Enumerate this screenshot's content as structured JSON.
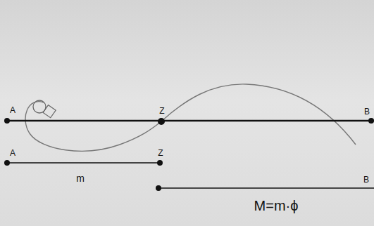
{
  "diagram": {
    "labels": [
      "A",
      "Z",
      "B",
      "A",
      "Z",
      "m",
      "B",
      "M=m·ϕ"
    ]
  }
}
